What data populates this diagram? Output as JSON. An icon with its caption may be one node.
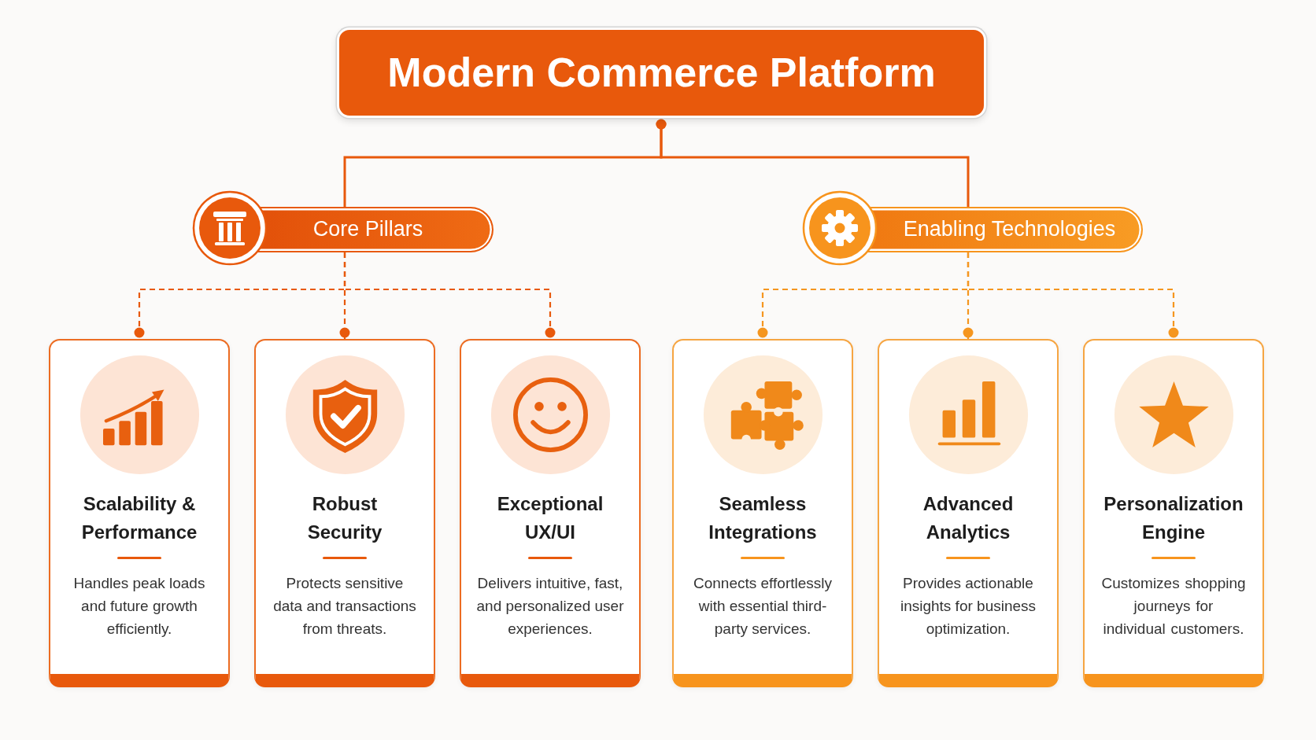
{
  "diagram": {
    "nodes": [
      {
        "text": [
          "Modern Commerce Platform"
        ]
      },
      {
        "text": [
          "Core Pillars"
        ]
      },
      {
        "text": [
          "Enabling Technologies"
        ]
      },
      {
        "text": [
          "Scalability & Performance",
          "Handles peak loads and future growth efficiently."
        ]
      },
      {
        "text": [
          "Robust Security",
          "Protects sensitive data and transactions from threats."
        ]
      },
      {
        "text": [
          "Exceptional UX/UI",
          "Delivers intuitive, fast, and personalized user experiences."
        ]
      },
      {
        "text": [
          "Seamless Integrations",
          "Connects effortlessly with essential third-party services."
        ]
      },
      {
        "text": [
          "Advanced Analytics",
          "Provides actionable insights for business optimization."
        ]
      },
      {
        "text": [
          "Personalization Engine",
          "Customizes shopping journeys for individual customers."
        ]
      }
    ],
    "edges": [
      {
        "from": 0,
        "to": 1,
        "arrow": "other"
      },
      {
        "from": 0,
        "to": 2,
        "arrow": "other"
      },
      {
        "from": 1,
        "to": 3,
        "arrow": "other",
        "style": "dashed"
      },
      {
        "from": 1,
        "to": 4,
        "arrow": "other",
        "style": "dashed"
      },
      {
        "from": 1,
        "to": 5,
        "arrow": "other",
        "style": "dashed"
      },
      {
        "from": 2,
        "to": 6,
        "arrow": "other",
        "style": "dashed",
        "color": "#f5961f"
      },
      {
        "from": 2,
        "to": 7,
        "arrow": "other",
        "style": "dashed",
        "color": "#f5961f"
      },
      {
        "from": 2,
        "to": 8,
        "arrow": "other",
        "style": "dashed",
        "color": "#f5961f"
      }
    ]
  }
}
